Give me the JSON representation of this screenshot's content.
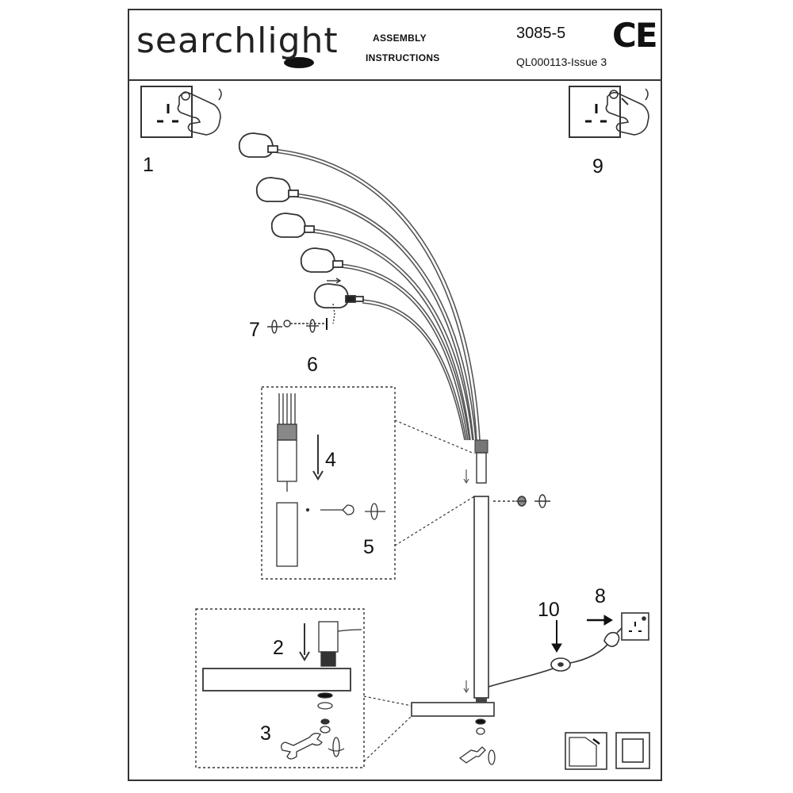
{
  "header": {
    "brand": "searchlight",
    "title_line1": "ASSEMBLY",
    "title_line2": "INSTRUCTIONS",
    "model": "3085-5",
    "issue": "QL000113-Issue 3",
    "mark": "CE"
  },
  "steps": {
    "s1": "1",
    "s2": "2",
    "s3": "3",
    "s4": "4",
    "s5": "5",
    "s6": "6",
    "s7": "7",
    "s8": "8",
    "s9": "9",
    "s10": "10"
  },
  "icons": [
    "socket-icon",
    "hand-icon",
    "lamp-shade-icon",
    "screw-icon",
    "washer-icon",
    "wrench-icon",
    "plug-icon",
    "foot-switch-icon",
    "double-insulation-icon",
    "earth-box-icon"
  ]
}
